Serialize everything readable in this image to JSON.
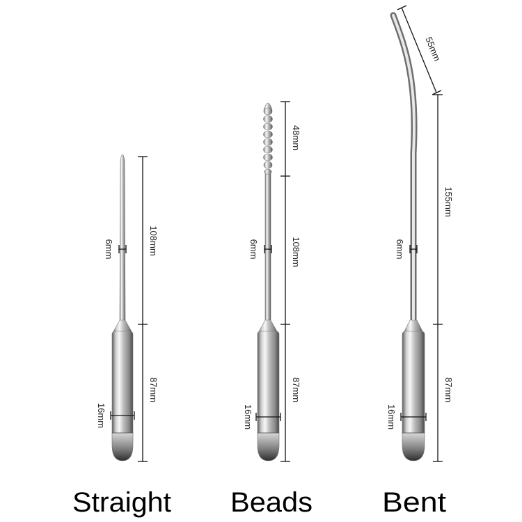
{
  "products": [
    {
      "id": "straight",
      "label": "Straight",
      "dimensions": {
        "rod_diameter": "6mm",
        "rod_length": "108mm",
        "handle_length": "87mm",
        "handle_diameter": "16mm"
      }
    },
    {
      "id": "beads",
      "label": "Beads",
      "dimensions": {
        "bead_length": "48mm",
        "rod_diameter": "6mm",
        "rod_length": "108mm",
        "handle_length": "87mm",
        "handle_diameter": "16mm"
      }
    },
    {
      "id": "bent",
      "label": "Bent",
      "dimensions": {
        "tip_length": "55mm",
        "rod_diameter": "6mm",
        "rod_length": "155mm",
        "handle_length": "87mm",
        "handle_diameter": "16mm"
      }
    }
  ],
  "colors": {
    "metal_dark": "#6f6f6f",
    "metal_mid": "#bdbdbd",
    "metal_light": "#f4f4f4",
    "line": "#111111"
  }
}
